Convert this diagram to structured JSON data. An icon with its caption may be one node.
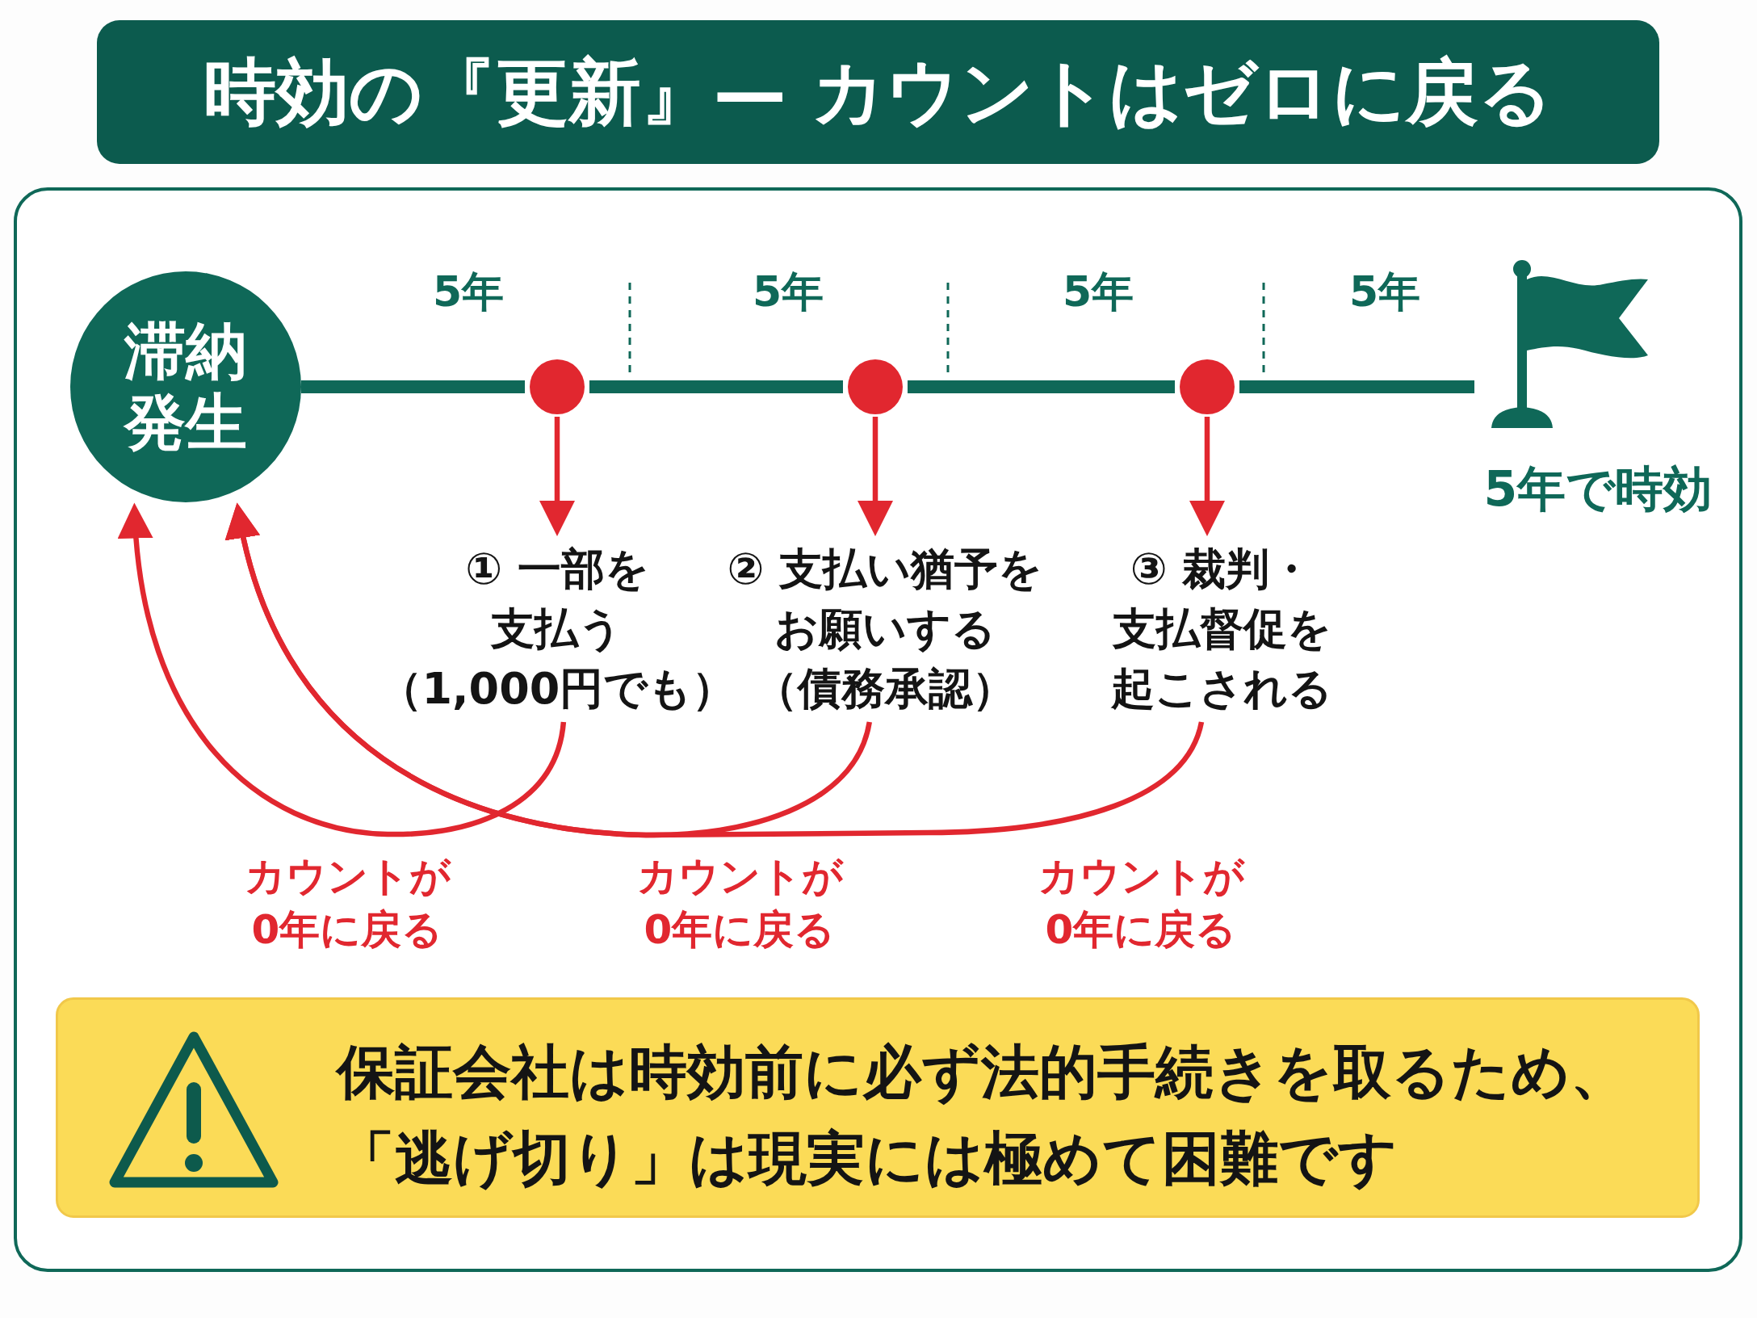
{
  "diagram": {
    "title": "時効の『更新』— カウントはゼロに戻る",
    "nodes": [
      {
        "text": [
          "滞納発生"
        ]
      },
      {
        "text": [],
        "shape": "circle"
      },
      {
        "text": [],
        "shape": "circle"
      },
      {
        "text": [],
        "shape": "circle"
      },
      {
        "text": [],
        "shape": "flag",
        "beside": [
          "5年で時効"
        ]
      },
      {
        "text": [
          "① 一部を支払う（1,000円でも）"
        ]
      },
      {
        "text": [
          "② 支払い猶予をお願いする（債務承認）"
        ]
      },
      {
        "text": [
          "③ 裁判・支払督促を起こされる"
        ]
      },
      {
        "text": [
          "保証会社は時効前に必ず法的手続きを取るため、「逃げ切り」は現実には極めて困難です"
        ]
      }
    ],
    "edges": [
      {
        "from": 0,
        "to": 1,
        "arrow": "none",
        "style": "thick",
        "color": "#0f6858"
      },
      {
        "from": 1,
        "to": 2,
        "arrow": "none",
        "style": "thick",
        "color": "#0f6858"
      },
      {
        "from": 2,
        "to": 3,
        "arrow": "none",
        "style": "thick",
        "color": "#0f6858"
      },
      {
        "from": 3,
        "to": 4,
        "arrow": "none",
        "style": "thick",
        "color": "#0f6858"
      },
      {
        "from": 1,
        "to": 5,
        "arrow": "to"
      },
      {
        "from": 2,
        "to": 6,
        "arrow": "to"
      },
      {
        "from": 3,
        "to": 7,
        "arrow": "to"
      },
      {
        "from": 5,
        "to": 0,
        "arrow": "to",
        "label": "カウントが0年に戻る"
      },
      {
        "from": 6,
        "to": 0,
        "arrow": "to",
        "label": "カウントが0年に戻る"
      },
      {
        "from": 7,
        "to": 0,
        "arrow": "to",
        "label": "カウントが0年に戻る"
      }
    ],
    "labels": [
      "5年",
      "5年",
      "5年",
      "5年"
    ]
  }
}
